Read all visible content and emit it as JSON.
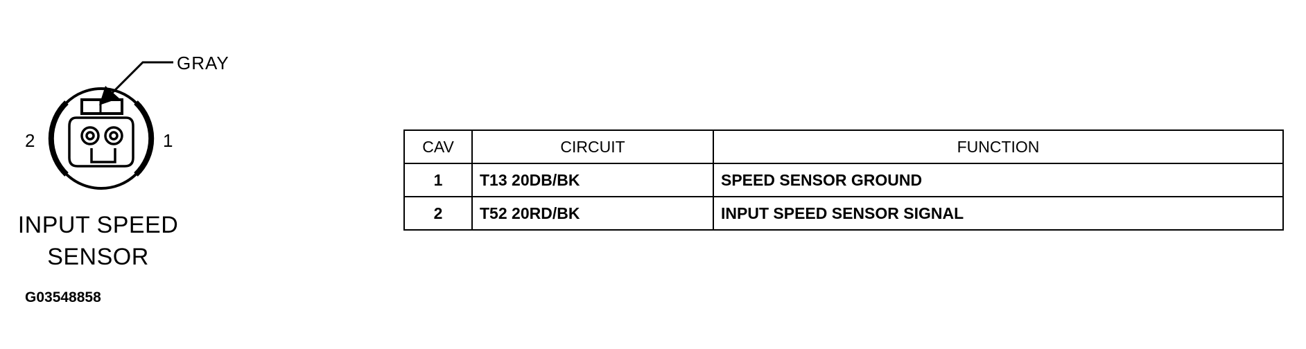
{
  "connector": {
    "color": "GRAY",
    "pin_left": "2",
    "pin_right": "1",
    "name_line1": "INPUT SPEED",
    "name_line2": "SENSOR"
  },
  "figure_id": "G03548858",
  "table": {
    "headers": [
      "CAV",
      "CIRCUIT",
      "FUNCTION"
    ],
    "rows": [
      {
        "cav": "1",
        "circuit": "T13 20DB/BK",
        "function": "SPEED SENSOR GROUND"
      },
      {
        "cav": "2",
        "circuit": "T52 20RD/BK",
        "function": "INPUT SPEED SENSOR SIGNAL"
      }
    ]
  }
}
